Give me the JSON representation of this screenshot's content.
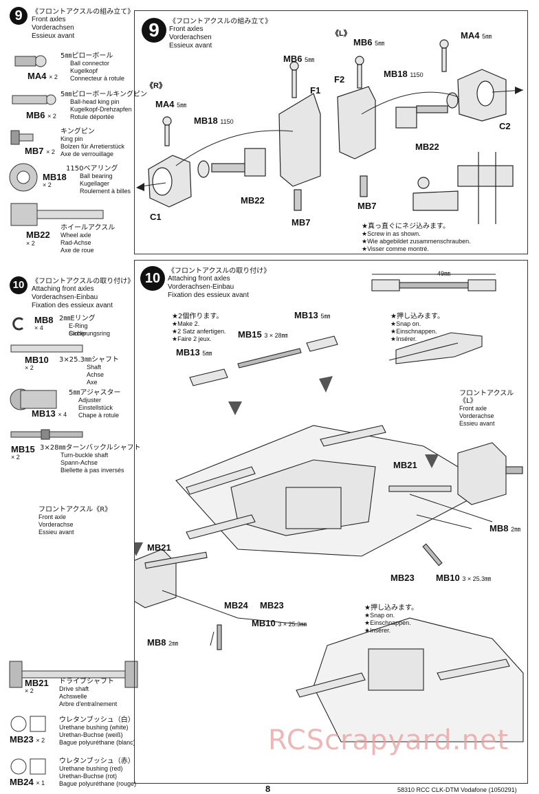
{
  "step9": {
    "number": "9",
    "title_jp": "《フロントアクスルの組み立て》",
    "title_en": "Front axles",
    "title_de": "Vorderachsen",
    "title_fr": "Essieux avant"
  },
  "step10": {
    "number": "10",
    "title_jp": "《フロントアクスルの取り付け》",
    "title_en": "Attaching front axles",
    "title_de": "Vorderachsen-Einbau",
    "title_fr": "Fixation des essieux avant"
  },
  "parts9": [
    {
      "code": "MA4",
      "qty": "× 2",
      "jp": "5㎜ピローボール",
      "en": "Ball connector",
      "de": "Kugelkopf",
      "fr": "Connecteur à rotule"
    },
    {
      "code": "MB6",
      "qty": "× 2",
      "jp": "5㎜ピローボールキングピン",
      "en": "Ball-head king pin",
      "de": "Kugelkopf-Drehzapfen",
      "fr": "Rotule déportée"
    },
    {
      "code": "MB7",
      "qty": "× 2",
      "jp": "キングピン",
      "en": "King pin",
      "de": "Bolzen für Arretierstück",
      "fr": "Axe de verrouillage"
    },
    {
      "code": "MB18",
      "qty": "× 2",
      "jp": "1150ベアリング",
      "en": "Ball bearing",
      "de": "Kugellager",
      "fr": "Roulement à billes"
    },
    {
      "code": "MB22",
      "qty": "× 2",
      "jp": "ホイールアクスル",
      "en": "Wheel axle",
      "de": "Rad-Achse",
      "fr": "Axe de roue"
    }
  ],
  "parts10": [
    {
      "code": "MB8",
      "qty": "× 4",
      "jp": "2㎜Eリング",
      "en": "E-Ring",
      "de": "Sicherungsring",
      "fr": "Circlip"
    },
    {
      "code": "MB10",
      "qty": "× 2",
      "jp": "3×25.3㎜シャフト",
      "en": "Shaft",
      "de": "Achse",
      "fr": "Axe"
    },
    {
      "code": "MB13",
      "qty": "× 4",
      "jp": "5㎜アジャスター",
      "en": "Adjuster",
      "de": "Einstellstück",
      "fr": "Chape à rotule"
    },
    {
      "code": "MB15",
      "qty": "× 2",
      "jp": "3×28㎜ターンバックルシャフト",
      "en": "Turn-buckle shaft",
      "de": "Spann-Achse",
      "fr": "Biellette à pas inversés"
    },
    {
      "code": "MB21",
      "qty": "× 2",
      "jp": "ドライブシャフト",
      "en": "Drive shaft",
      "de": "Achswelle",
      "fr": "Arbre d'entraînement"
    },
    {
      "code": "MB23",
      "qty": "× 2",
      "jp": "ウレタンブッシュ（白）",
      "en": "Urethane bushing (white)",
      "de": "Urethan-Buchse (weiß)",
      "fr": "Bague polyuréthane (blanc)"
    },
    {
      "code": "MB24",
      "qty": "× 1",
      "jp": "ウレタンブッシュ（赤）",
      "en": "Urethane bushing (red)",
      "de": "Urethan-Buchse (rot)",
      "fr": "Bague polyuréthane (rouge)"
    }
  ],
  "labels9": {
    "R": "《R》",
    "L": "《L》",
    "MA4": "MA4",
    "MA4s": "5㎜",
    "MB6": "MB6",
    "MB6s": "5㎜",
    "MB18": "MB18",
    "MB18s": "1150",
    "F1": "F1",
    "F2": "F2",
    "C1": "C1",
    "C2": "C2",
    "MB22": "MB22",
    "MB7": "MB7",
    "note_jp": "★真っ直ぐにネジ込みます。",
    "note_en": "★Screw in as shown.",
    "note_de": "★Wie abgebildet zusammenschrauben.",
    "note_fr": "★Visser comme montré."
  },
  "labels10": {
    "dim": "49㎜",
    "make_jp": "★2個作ります。",
    "make_en": "★Make 2.",
    "make_de": "★2 Satz anfertigen.",
    "make_fr": "★Faire 2 jeux.",
    "MB13": "MB13",
    "MB13s": "5㎜",
    "MB15": "MB15",
    "MB15s": "3 × 28㎜",
    "snap_jp": "★押し込みます。",
    "snap_en": "★Snap on.",
    "snap_de": "★Einschnappen.",
    "snap_fr": "★Insérer.",
    "axleL_jp": "フロントアクスル《L》",
    "axleL_en": "Front axle",
    "axleL_de": "Vorderachse",
    "axleL_fr": "Essieu avant",
    "axleR_jp": "フロントアクスル《R》",
    "axleR_en": "Front axle",
    "axleR_de": "Vorderachse",
    "axleR_fr": "Essieu avant",
    "MB21": "MB21",
    "MB8": "MB8",
    "MB8s": "2㎜",
    "MB23": "MB23",
    "MB10": "MB10",
    "MB10s": "3 × 25.3㎜",
    "MB24": "MB24"
  },
  "footer": {
    "page": "8",
    "model": "58310  RCC CLK-DTM Vodafone (1050291)"
  },
  "watermark": "RCScrapyard.net"
}
